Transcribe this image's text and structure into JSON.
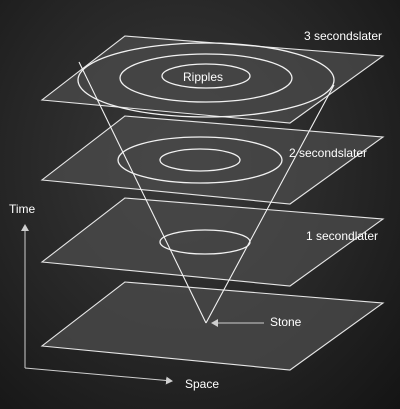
{
  "labels": {
    "three_seconds": "3 secondslater",
    "two_seconds": "2 secondslater",
    "one_second": "1 secondlater",
    "ripples": "Ripples",
    "stone": "Stone",
    "time_axis": "Time",
    "space_axis": "Space"
  },
  "colors": {
    "background": "#262626",
    "plane_fill": "#4a4a4a",
    "line": "#f2f2f2"
  }
}
